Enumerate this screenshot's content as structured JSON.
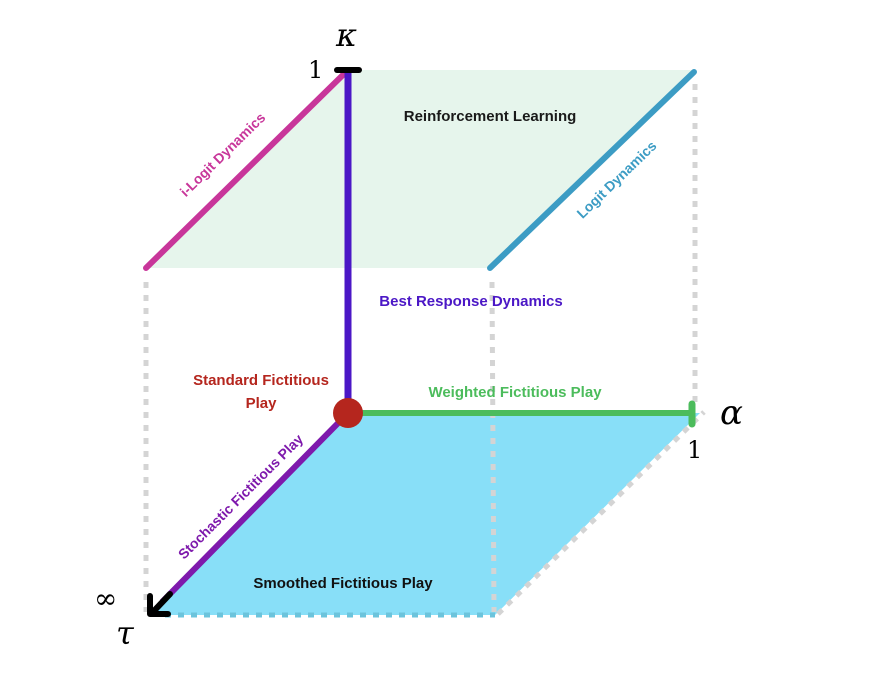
{
  "axes": {
    "kappa": {
      "symbol": "κ",
      "max_label": "1"
    },
    "alpha": {
      "symbol": "α",
      "max_label": "1"
    },
    "tau": {
      "symbol": "τ",
      "max_label": "∞"
    }
  },
  "regions": {
    "top_plane": {
      "label": "Reinforcement Learning",
      "color": "#e6f5ec"
    },
    "bottom_plane": {
      "label": "Smoothed Fictitious Play",
      "color": "#88dff8"
    }
  },
  "edges": {
    "i_logit": {
      "label": "i-Logit Dynamics",
      "color": "#c8369a"
    },
    "logit": {
      "label": "Logit Dynamics",
      "color": "#3c9cc4"
    },
    "best_response": {
      "label": "Best Response Dynamics",
      "color": "#4b17c6"
    },
    "weighted_fp": {
      "label": "Weighted Fictitious Play",
      "color": "#4cbc5c"
    },
    "stochastic_fp": {
      "label": "Stochastic Fictitious Play",
      "color": "#7e19ac"
    }
  },
  "origin": {
    "label_line1": "Standard Fictitious",
    "label_line2": "Play",
    "color": "#b5261e"
  },
  "guide_color": "#d4d4d4"
}
